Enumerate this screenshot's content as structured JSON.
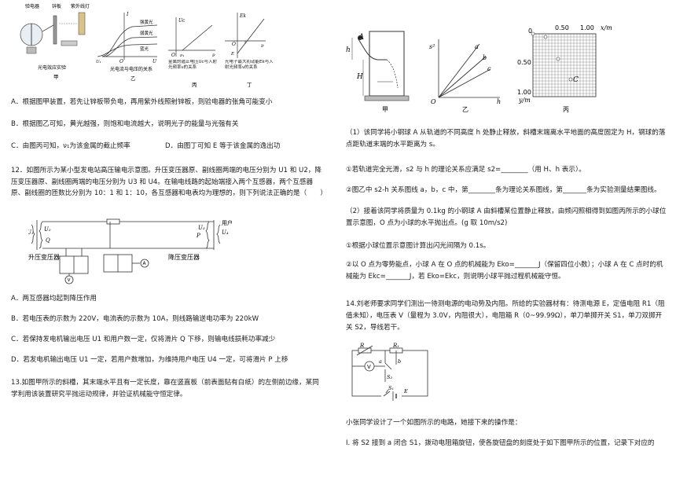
{
  "figures_top_left": {
    "jia_labels": [
      "验电器",
      "锌板",
      "紫外线灯"
    ],
    "jia_caption": "光电效应实验",
    "jia_name": "甲",
    "yi_caption": "光电流与电压的关系",
    "yi_name": "乙",
    "yi_curve_labels": [
      "强黄光",
      "弱黄光",
      "蓝光"
    ],
    "yi_axis": [
      "I",
      "U",
      "O",
      "U₁"
    ],
    "bing_caption": "金属的遏止电压Uc与入射光频率ν的关系",
    "bing_name": "丙",
    "bing_axis": [
      "Uc",
      "ν",
      "O",
      "ν₁"
    ],
    "ding_caption": "光电子最大初动能Ek与入射光频率ν的关系",
    "ding_name": "丁",
    "ding_axis": [
      "Ek",
      "ν",
      "O",
      "E"
    ]
  },
  "q11_options": [
    "A．根据图甲装置，若先让锌板带负电，再用紫外线照射锌板，则验电器的张角可能变小",
    "B．根据图乙可知，黄光越强，则饱和电流越大，说明光子的能量与光强有关",
    "C．由图丙可知，ν₁为该金属的截止频率",
    "D．由图丁可知 E 等于该金属的逸出功"
  ],
  "q12": {
    "stem": "12．如图所示为某小型发电站高压输电示意图。升压变压器原、副线圈两端的电压分别为 U1 和 U2，降压变压器原、副线圈两端的电压分别为 U3 和 U4。在输电线路的起始端接入两个互感器，两个互感器原、副线圈的匝数比分别为 10：1 和 1：10，各互感器和电表均为理想的，则下列说法正确的是（　　）",
    "fig_labels": [
      "U₁",
      "U₂",
      "Q",
      "P",
      "U₃",
      "U₄",
      "用户",
      "升压变压器",
      "降压变压器",
      "V",
      "A"
    ],
    "options": [
      "A．两互感器均起到降压作用",
      "B．若电压表的示数为 220V，电流表的示数为 10A，则线路输送电功率为 220kW",
      "C．若保持发电机输出电压 U1 和用户数一定，仅将滑片 Q 下移，则输电线损耗功率减少",
      "D．若发电机输出电压 U1 一定，若用户数增加，为维持用户电压 U4 一定，可将滑片 P 上移"
    ]
  },
  "q13": {
    "stem": "13.如图甲所示的斜槽，其末端水平且有一定长度，靠在竖直板（前表面贴有白纸）的左侧前边缘，某同学利用该装置研究平抛运动规律，并验证机械能守恒定律。",
    "fig_jia": [
      "A",
      "h",
      "H",
      "甲"
    ],
    "fig_yi": [
      "s²",
      "a",
      "b",
      "c",
      "O",
      "h",
      "乙"
    ],
    "fig_bing": [
      "0",
      "0.50",
      "1.00",
      "x/m",
      "0.50",
      "1.00",
      "y/m",
      "C",
      "丙"
    ],
    "lines": [
      "（1）该同学将小钢球 A 从轨道的不同高度 h 处静止释放，斜槽末端离水平地面的高度固定为 H，钢球的落点距轨道末端的水平距离为 s。",
      "①若轨道完全光滑，s2 与 h 的理论关系应满足 s2=________（用 H、h 表示）。",
      "②图乙中 s2-h 关系图线 a，b，c 中，第________条为理论关系图线，第_______条为实验测量结果图线。",
      "（2）接着该同学将质量为 0.1kg 的小钢球 A 由斜槽某位置静止释放，由频闪照相得到如图丙所示的小球位置示意图，O 点为小球的水平抛出点。(g 取 10m/s2)",
      "①根据小球位置示意图计算出闪光间隔为 0.1s。",
      "②以 O 点为零势能点，小球 A 在 O 点的机械能为 Eko=_______J（保留四位小数）；小球 A 在 C 点时的机械能为 Ekc=_______J，若 Eko=Ekc，则说明小球平抛过程机械能守恒。"
    ]
  },
  "q14": {
    "stem": "14.刘老师要求同学们测出一待测电源的电动势及内阻。所给的实验器材有：待测电源 E，定值电阻 R1（阻值未知），电压表 V（量程为 3.0V，内阻很大），电阻箱 R（0~99.99Ω），单刀单掷开关 S1，单刀双掷开关 S2，导线若干。",
    "fig_labels": [
      "R",
      "R₁",
      "a",
      "b",
      "V",
      "S₂",
      "E",
      "S₁"
    ],
    "lines": [
      "小张同学设计了一个如图所示的电路，她接下来的操作是：",
      "Ⅰ. 将 S2 接到 a 闭合 S1，拨动电阻箱旋钮，使各旋钮盘的刻度处于如下图甲所示的位置，记录下对应的"
    ]
  }
}
